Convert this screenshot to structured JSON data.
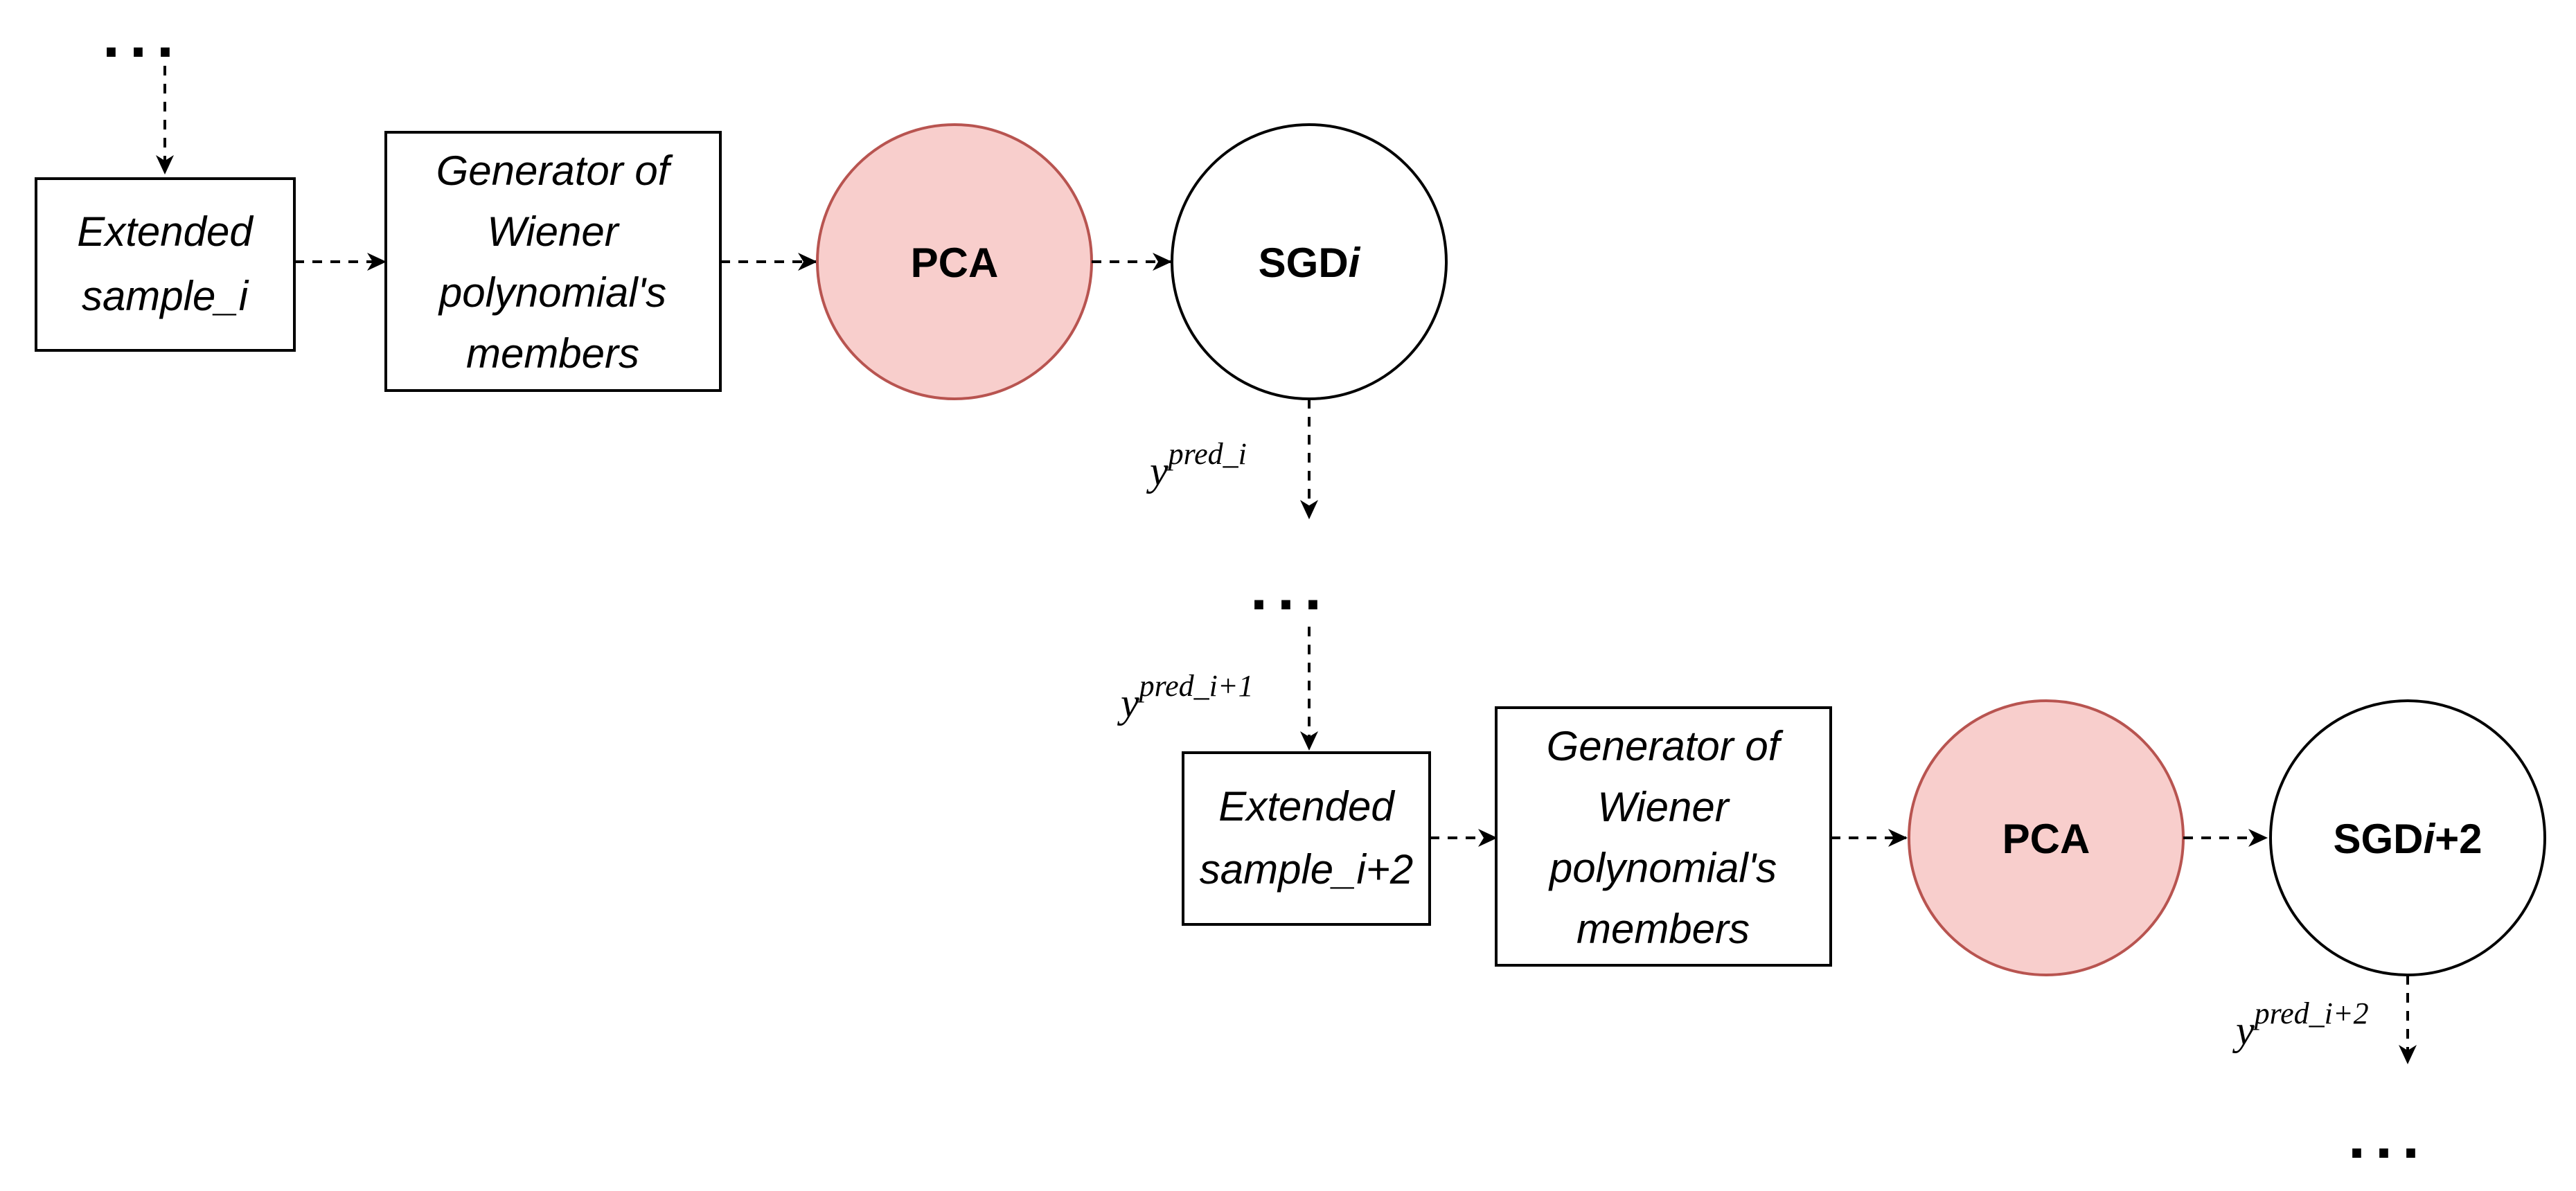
{
  "ellipsis": "...",
  "row1": {
    "extended": [
      "Extended",
      "sample_i"
    ],
    "generator": [
      "Generator of",
      "Wiener",
      "polynomial's",
      "members"
    ],
    "pca": "PCA",
    "sgd": {
      "prefix": "SGD",
      "italic": "i",
      "suffix": ""
    },
    "output": {
      "base": "y",
      "sup": "pred_i"
    }
  },
  "row2": {
    "input": {
      "base": "y",
      "sup": "pred_i+1"
    },
    "extended": [
      "Extended",
      "sample_i+2"
    ],
    "generator": [
      "Generator of",
      "Wiener",
      "polynomial's",
      "members"
    ],
    "pca": "PCA",
    "sgd": {
      "prefix": "SGD",
      "italic": "i",
      "suffix": "+2"
    },
    "output": {
      "base": "y",
      "sup": "pred_i+2"
    }
  },
  "colors": {
    "pca_fill": "#f8cecc",
    "pca_stroke": "#b85450",
    "stroke": "#000000"
  }
}
